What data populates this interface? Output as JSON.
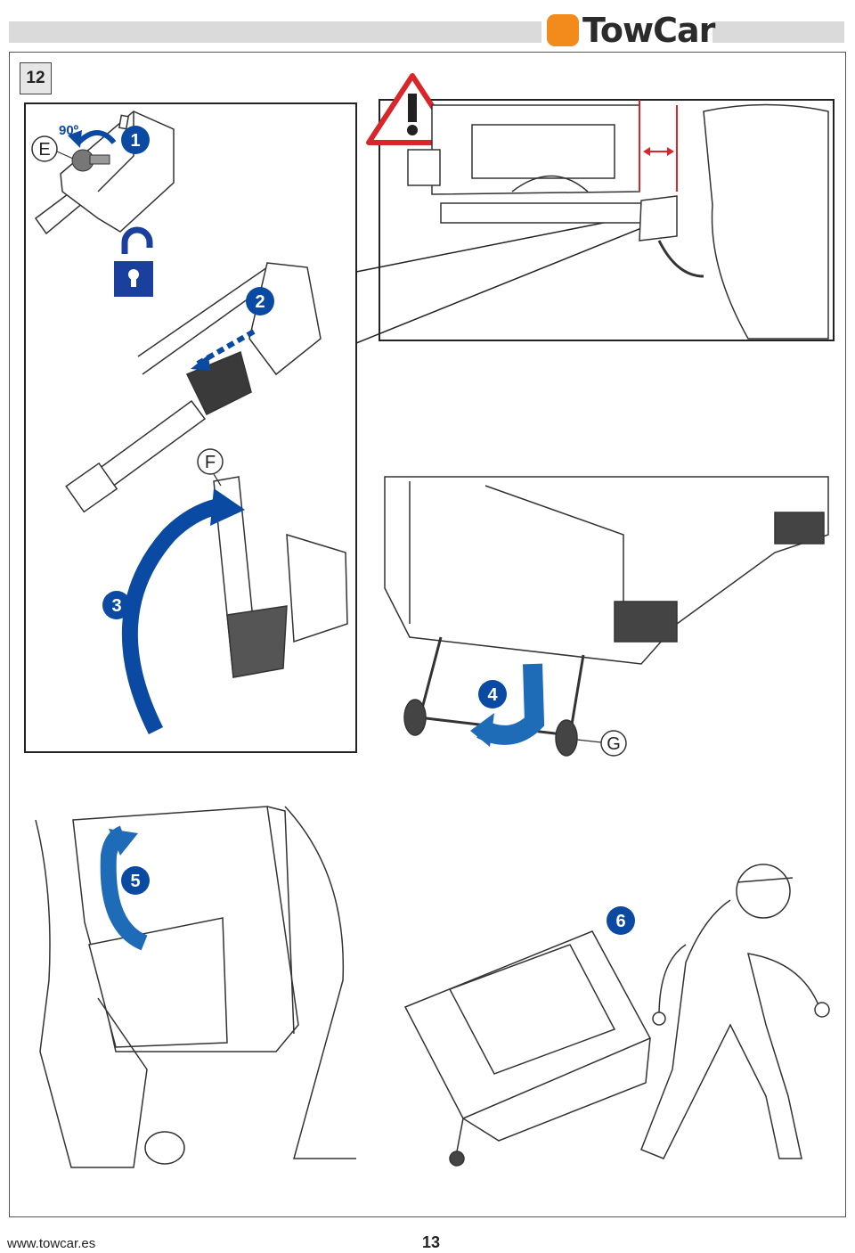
{
  "header": {
    "brand": "TowCar",
    "brand_color": "#f28a1c"
  },
  "figure": {
    "number": "12",
    "angle_label": "90º",
    "callouts": {
      "E": "E",
      "F": "F",
      "G": "G"
    },
    "steps": [
      "1",
      "2",
      "3",
      "4",
      "5",
      "6"
    ],
    "step_color": "#0b4aa2",
    "warning_color": "#d8262b"
  },
  "footer": {
    "url": "www.towcar.es",
    "page": "13"
  }
}
